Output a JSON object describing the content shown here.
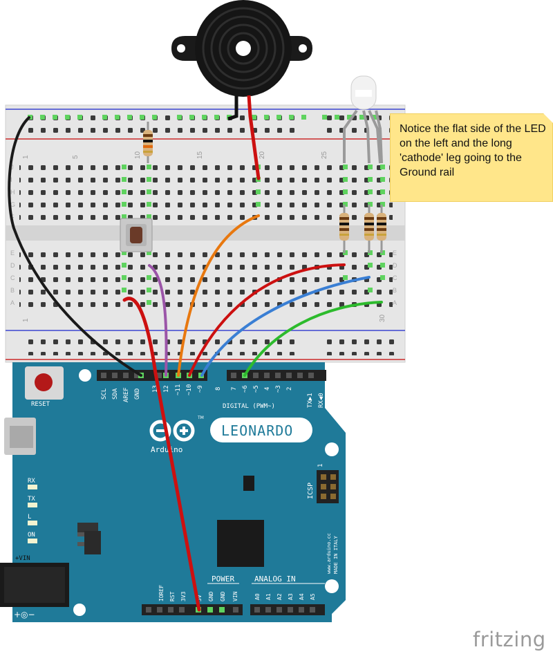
{
  "note": {
    "text": "Notice the flat side of the LED on the left and the long 'cathode' leg going to the Ground rail"
  },
  "logo": {
    "text": "fritzing"
  },
  "breadboard": {
    "column_numbers": [
      "1",
      "5",
      "10",
      "15",
      "20",
      "25",
      "30"
    ],
    "row_letters_top": [
      "J",
      "I",
      "H",
      "G",
      "F"
    ],
    "row_letters_bottom": [
      "E",
      "D",
      "C",
      "B",
      "A"
    ]
  },
  "arduino": {
    "reset_label": "RESET",
    "brand_name": "LEONARDO",
    "arduino_label": "Arduino",
    "tm": "TM",
    "digital_label": "DIGITAL (PWM~)",
    "top_header_labels": [
      "SCL",
      "SDA",
      "AREF",
      "GND",
      "13",
      "12",
      "~11",
      "~10",
      "~9",
      "8"
    ],
    "top_header_labels2": [
      "7",
      "~6",
      "~5",
      "4",
      "~3",
      "2",
      "TX▶1",
      "RX◀0"
    ],
    "power_label": "POWER",
    "analog_label": "ANALOG IN",
    "power_pins": [
      "IOREF",
      "RST",
      "3V3",
      "5V",
      "GND",
      "GND",
      "VIN"
    ],
    "analog_pins": [
      "A0",
      "A1",
      "A2",
      "A3",
      "A4",
      "A5"
    ],
    "led_labels": [
      "RX",
      "TX",
      "L",
      "ON"
    ],
    "vin_label": "+VIN",
    "icsp_label": "ICSP",
    "icsp_one": "1",
    "made_in": "www.arduino.cc",
    "made_in2": "MADE IN ITALY",
    "polarity": "+◎−"
  },
  "colors": {
    "board": "#1f7a99",
    "breadboard": "#e8e8e8",
    "wire_red": "#cc1010",
    "wire_black": "#222222",
    "wire_orange": "#e8780f",
    "wire_purple": "#9b55a8",
    "wire_blue": "#3a7fd4",
    "wire_green": "#2dbb2d",
    "note": "#ffe68a"
  }
}
